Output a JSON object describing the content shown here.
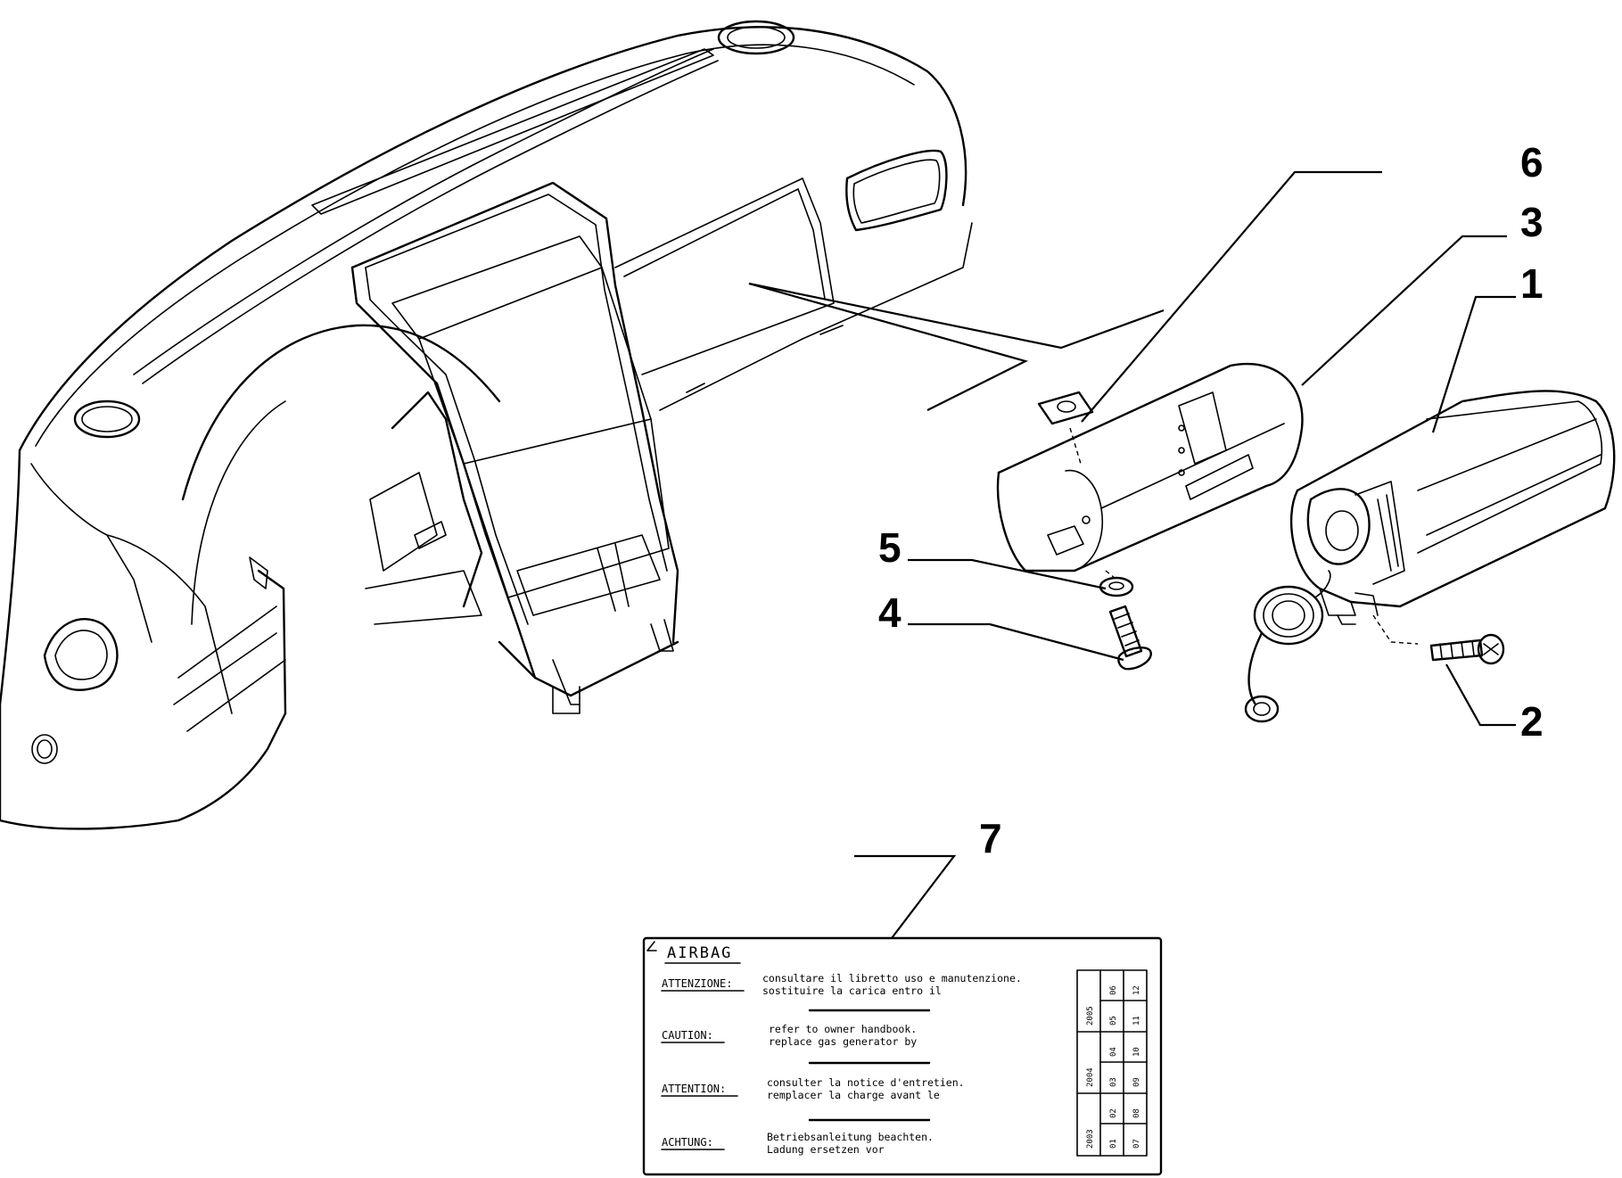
{
  "callouts": {
    "c1": "1",
    "c2": "2",
    "c3": "3",
    "c4": "4",
    "c5": "5",
    "c6": "6",
    "c7": "7"
  },
  "label": {
    "title": "AIRBAG",
    "sections": [
      {
        "key": "ATTENZIONE:",
        "line1": "consultare il libretto uso e manutenzione.",
        "line2": "sostituire la carica entro il"
      },
      {
        "key": "CAUTION:",
        "line1": "refer to owner handbook.",
        "line2": "replace gas generator by"
      },
      {
        "key": "ATTENTION:",
        "line1": "consulter la notice d'entretien.",
        "line2": "remplacer la charge avant le"
      },
      {
        "key": "ACHTUNG:",
        "line1": "Betriebsanleitung beachten.",
        "line2": "Ladung ersetzen vor"
      }
    ],
    "years": [
      "2003",
      "2004",
      "2005"
    ],
    "months_col1": [
      "01",
      "02",
      "03",
      "04",
      "05",
      "06"
    ],
    "months_col2": [
      "07",
      "08",
      "09",
      "10",
      "11",
      "12"
    ]
  }
}
